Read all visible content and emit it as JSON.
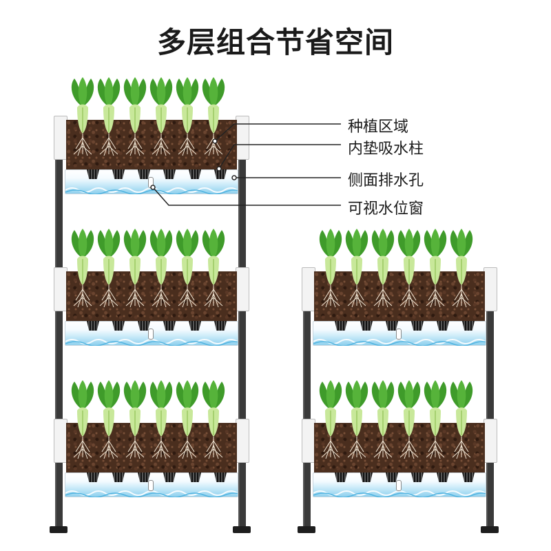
{
  "title": "多层组合节省空间",
  "labels": {
    "planting_area": "种植区域",
    "inner_wick": "内垫吸水柱",
    "side_drain": "侧面排水孔",
    "water_window": "可视水位窗"
  },
  "colors": {
    "leaf": "#3f9b2a",
    "stem": "#c8e89a",
    "soil": "#4a2e1e",
    "water": "#8fd0ee",
    "frame": "#3a3a3a"
  },
  "icons": [
    "bok-choy-plant-icon",
    "roots-icon",
    "water-wave-icon"
  ]
}
